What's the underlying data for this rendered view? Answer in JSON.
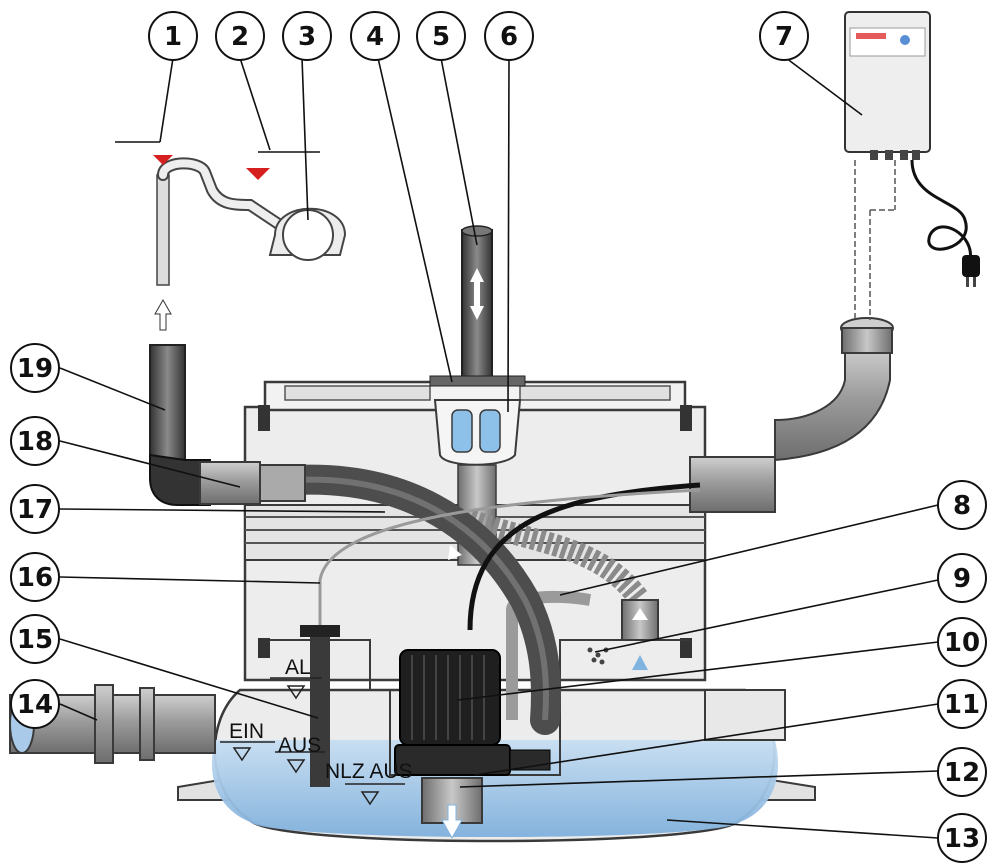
{
  "callouts": [
    {
      "id": "1",
      "label": "1"
    },
    {
      "id": "2",
      "label": "2"
    },
    {
      "id": "3",
      "label": "3"
    },
    {
      "id": "4",
      "label": "4"
    },
    {
      "id": "5",
      "label": "5"
    },
    {
      "id": "6",
      "label": "6"
    },
    {
      "id": "7",
      "label": "7"
    },
    {
      "id": "8",
      "label": "8"
    },
    {
      "id": "9",
      "label": "9"
    },
    {
      "id": "10",
      "label": "10"
    },
    {
      "id": "11",
      "label": "11"
    },
    {
      "id": "12",
      "label": "12"
    },
    {
      "id": "13",
      "label": "13"
    },
    {
      "id": "14",
      "label": "14"
    },
    {
      "id": "15",
      "label": "15"
    },
    {
      "id": "16",
      "label": "16"
    },
    {
      "id": "17",
      "label": "17"
    },
    {
      "id": "18",
      "label": "18"
    },
    {
      "id": "19",
      "label": "19"
    }
  ],
  "levels": {
    "al": "AL",
    "ein": "EIN",
    "aus": "AUS",
    "nlz_aus": "NLZ AUS"
  },
  "colors": {
    "water": "#a9cbe9",
    "housing_fill": "#ececec",
    "housing_stroke": "#3a3a3a",
    "pipe_gray": "#9a9a9a",
    "hose_dark": "#5a5a5a",
    "motor": "#222222",
    "level_marker": "#d62020",
    "flow_arrow": "#7fb3e0"
  },
  "icons": {
    "control_box": "control-box-icon",
    "plug": "power-plug-icon",
    "water_level_marker": "triangle-marker-icon"
  }
}
